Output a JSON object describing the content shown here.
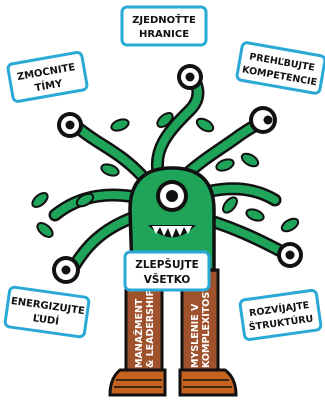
{
  "signs": {
    "unite_boundaries": [
      "ZJEDNOŤTE",
      "HRANICE"
    ],
    "strengthen_teams": [
      "ZMOCNITE",
      "TÍMY"
    ],
    "review_competencies": [
      "PREHĽBUJTE",
      "KOMPETENCIE"
    ],
    "energize_people": [
      "ENERGIZUJTE",
      "ĽUDÍ"
    ],
    "develop_structure": [
      "ROZVÍJAJTE",
      "ŠTRUKTÚRU"
    ],
    "improve_everything": [
      "ZLEPŠUJTE",
      "VŠETKO"
    ]
  },
  "legs": {
    "left": [
      "MANAŽMENT",
      "& LEADERSHIP"
    ],
    "right": [
      "MYSLENIE V",
      "KOMPLEXITOSTI"
    ]
  },
  "colors": {
    "monster_green": "#1fa55a",
    "leaf_green": "#1fa55a",
    "sign_border": "#2aa9d6",
    "leg_brown": "#a0522d",
    "boot_orange": "#c4621f",
    "outline": "#111111"
  }
}
